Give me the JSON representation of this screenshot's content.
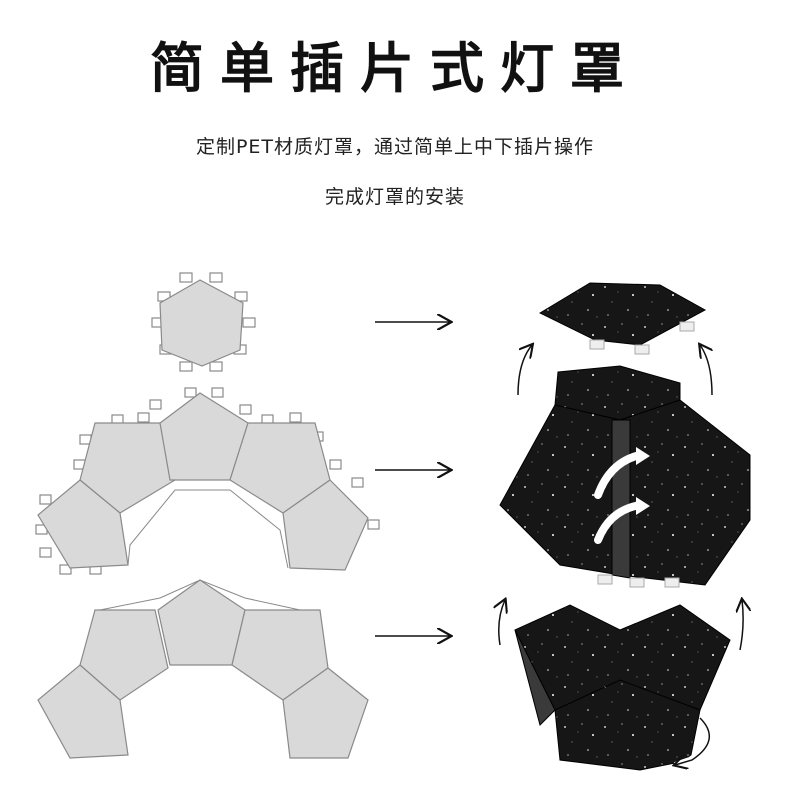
{
  "title": "简单插片式灯罩",
  "subtitle_line1": "定制PET材质灯罩，通过简单上中下插片操作",
  "subtitle_line2": "完成灯罩的安装",
  "colors": {
    "panel_fill": "#d9d9d9",
    "panel_stroke": "#9a9a9a",
    "shade_fill": "#161616",
    "arrow": "#111111"
  },
  "icons": {
    "step_arrow": "right-arrow-icon",
    "lift_arrow": "curved-up-arrow-icon",
    "rotate_arrow": "curved-rotate-arrow-icon"
  }
}
